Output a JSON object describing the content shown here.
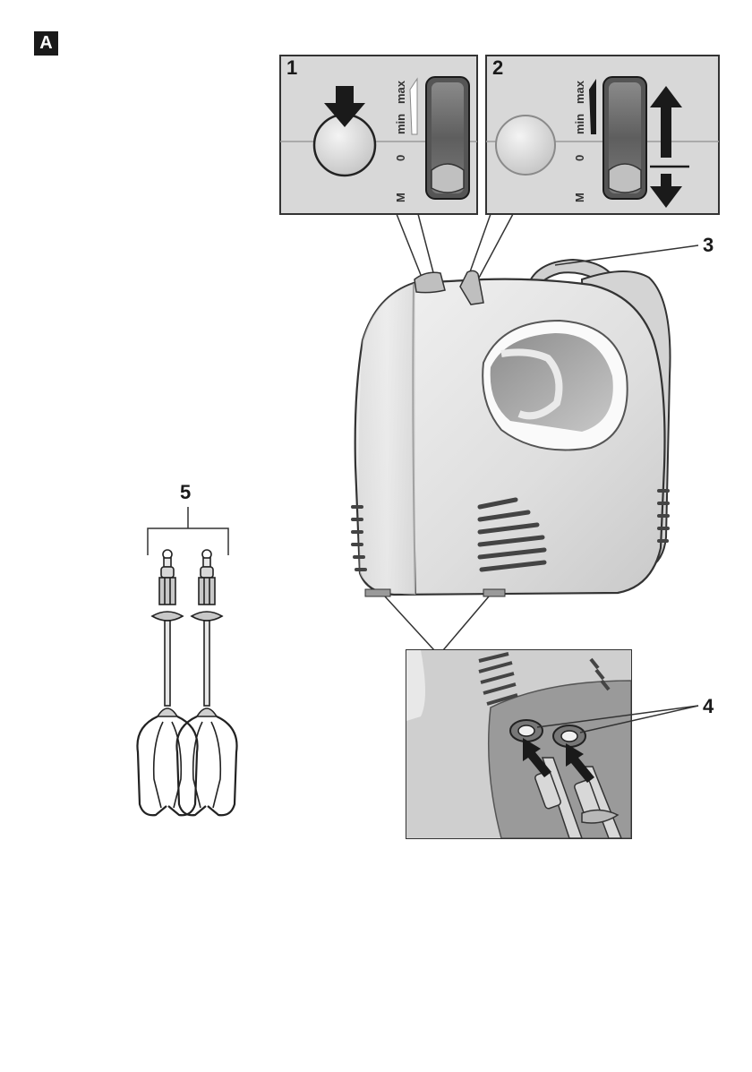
{
  "figure": {
    "label": "A"
  },
  "callouts": {
    "c1": "1",
    "c2": "2",
    "c3": "3",
    "c4": "4",
    "c5": "5"
  },
  "speed_scale": {
    "max": "max",
    "min": "min",
    "zero": "0",
    "momentary": "M"
  },
  "colors": {
    "outline": "#333333",
    "body": "#e2e2e2",
    "panel": "#d6d6d6",
    "dark": "#1a1a1a"
  }
}
